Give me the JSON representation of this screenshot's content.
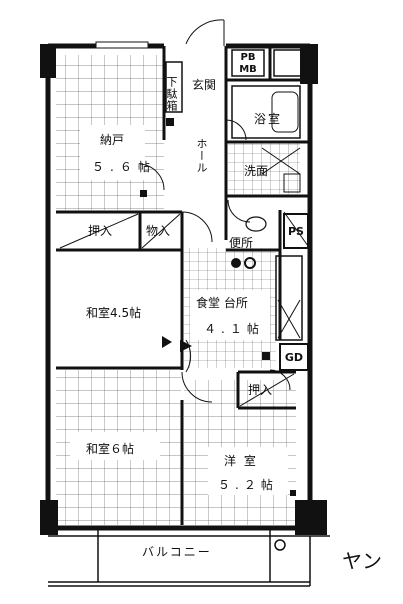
{
  "rooms": {
    "storage_room": {
      "name": "納戸",
      "size": "５.６帖"
    },
    "entrance": "玄関",
    "shoe_box": "下駄箱",
    "pb_mb": [
      "PB",
      "MB"
    ],
    "bath": "浴室",
    "hall": "ホール",
    "washroom": "洗面",
    "closet_1": "押入",
    "closet_storage": "物入",
    "toilet": "便所",
    "ps": "PS",
    "japanese_room_45": "和室4.5帖",
    "dining_kitchen": {
      "name": "食堂 台所",
      "size": "４.１帖"
    },
    "gd": "GD",
    "closet_2": "押入",
    "japanese_room_6": "和室６帖",
    "western_room": {
      "name": "洋 室",
      "size": "５.２帖"
    },
    "balcony": "バルコニー"
  },
  "colors": {
    "wall": "#111111",
    "grid": "#555555"
  }
}
